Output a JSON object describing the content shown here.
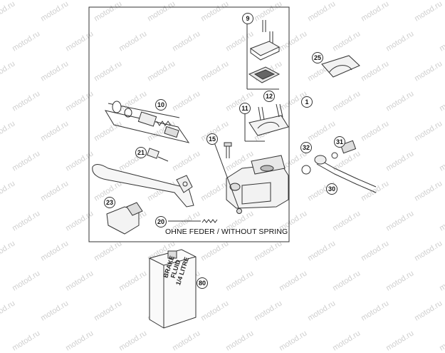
{
  "watermark_text": "motod.ru",
  "callouts": {
    "c9": "9",
    "c1": "1",
    "c10": "10",
    "c11": "11",
    "c12": "12",
    "c15": "15",
    "c20": "20",
    "c21": "21",
    "c23": "23",
    "c25": "25",
    "c30": "30",
    "c31": "31",
    "c32": "32",
    "c80": "80"
  },
  "caption": "OHNE FEDER / WITHOUT SPRING",
  "bottle_label": {
    "line1": "BRAKE",
    "line2": "FLUID",
    "line3": "1/4 LITRE"
  }
}
